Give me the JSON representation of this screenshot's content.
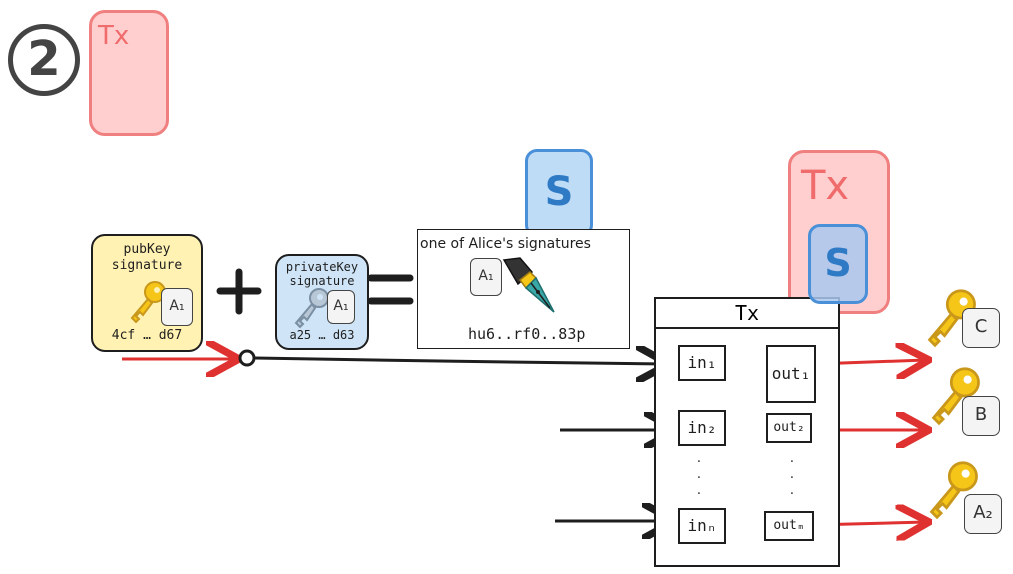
{
  "step": {
    "number": "②"
  },
  "tx_top": {
    "label": "Tx"
  },
  "pubkey_card": {
    "title_line1": "pubKey",
    "title_line2": "signature",
    "badge": "A₁",
    "footer": "4cf … d67"
  },
  "plus": {
    "symbol": "+"
  },
  "privkey_card": {
    "title_line1": "privateKey",
    "title_line2": "signature",
    "badge": "A₁",
    "footer": "a25 … d63"
  },
  "equals": {
    "symbol": "="
  },
  "signature": {
    "s_label": "S",
    "title": "one of Alice's signatures",
    "badge": "A₁",
    "footer": "hu6..rf0..83p"
  },
  "tx_overlay": {
    "label": "Tx",
    "s_label": "S"
  },
  "transaction": {
    "title": "Tx",
    "inputs": [
      "in₁",
      "in₂",
      "inₙ"
    ],
    "outputs": [
      "out₁",
      "out₂",
      "outₘ"
    ],
    "ellipsis": "·"
  },
  "recipients": [
    {
      "badge": "C"
    },
    {
      "badge": "B"
    },
    {
      "badge": "A₂"
    }
  ],
  "colors": {
    "arrow_red": "#e03131",
    "key_gold": "#f5c518",
    "s_blue": "#4a90d9",
    "tx_red": "#f08080"
  }
}
